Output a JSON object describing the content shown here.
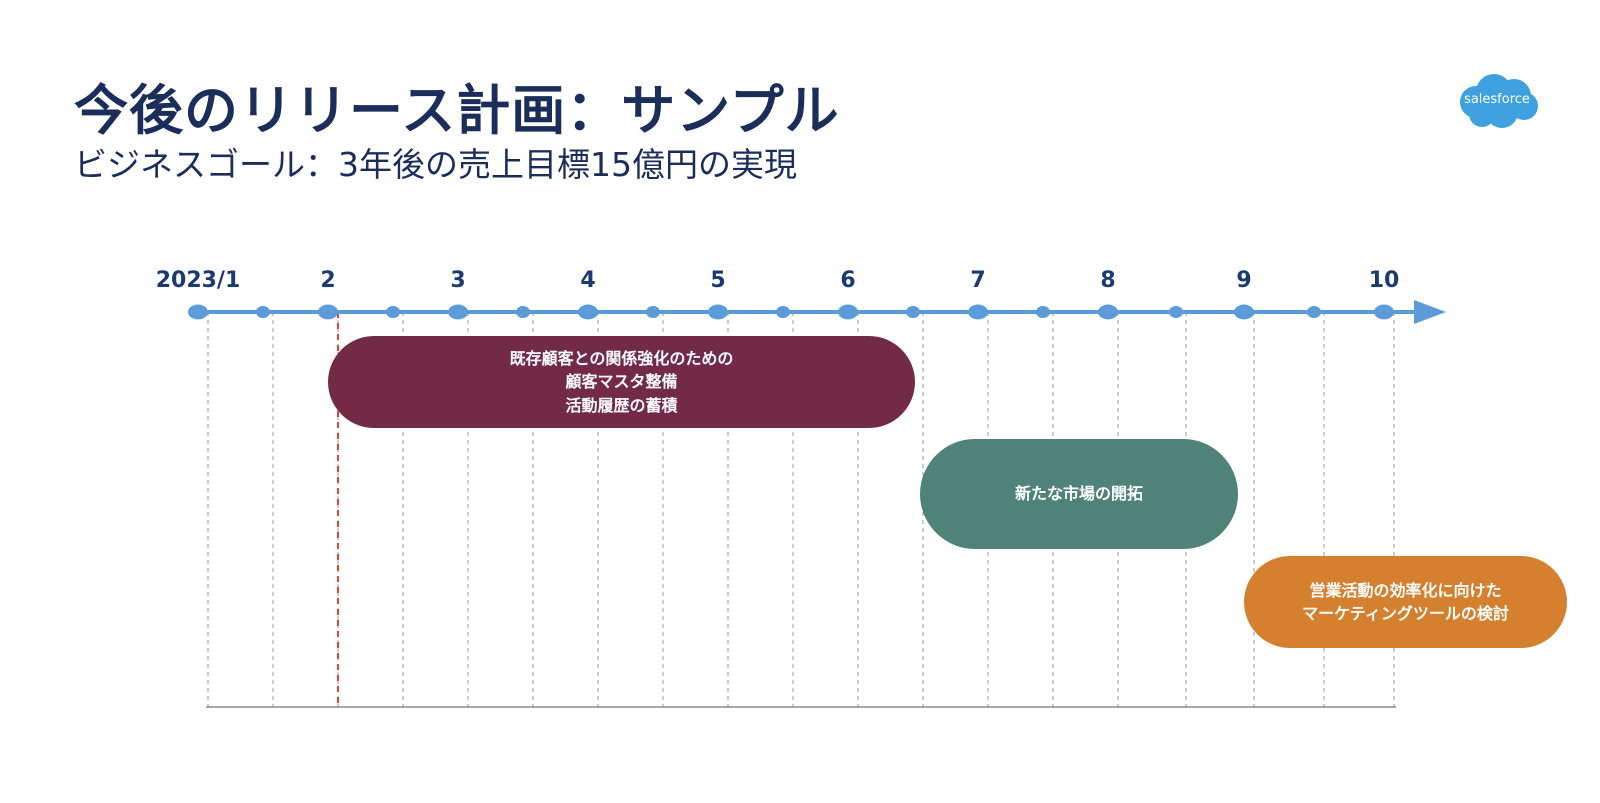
{
  "header": {
    "title": "今後のリリース計画：サンプル",
    "subtitle": "ビジネスゴール：3年後の売上目標15億円の実現"
  },
  "logo": {
    "text": "salesforce",
    "color": "#3fa1e0"
  },
  "timeline": {
    "months": [
      "2023/1",
      "2",
      "3",
      "4",
      "5",
      "6",
      "7",
      "8",
      "9",
      "10"
    ],
    "current_marker_month": "2",
    "axis_color": "#5b9bd9",
    "marker_color": "#e0453a"
  },
  "bars": [
    {
      "lines": [
        "既存顧客との関係強化のための",
        "顧客マスタ整備",
        "活動履歴の蓄積"
      ],
      "color": "#722a45"
    },
    {
      "lines": [
        "新たな市場の開拓"
      ],
      "color": "#4f8278"
    },
    {
      "lines": [
        "営業活動の効率化に向けた",
        "マーケティングツールの検討"
      ],
      "color": "#d4802f"
    }
  ]
}
